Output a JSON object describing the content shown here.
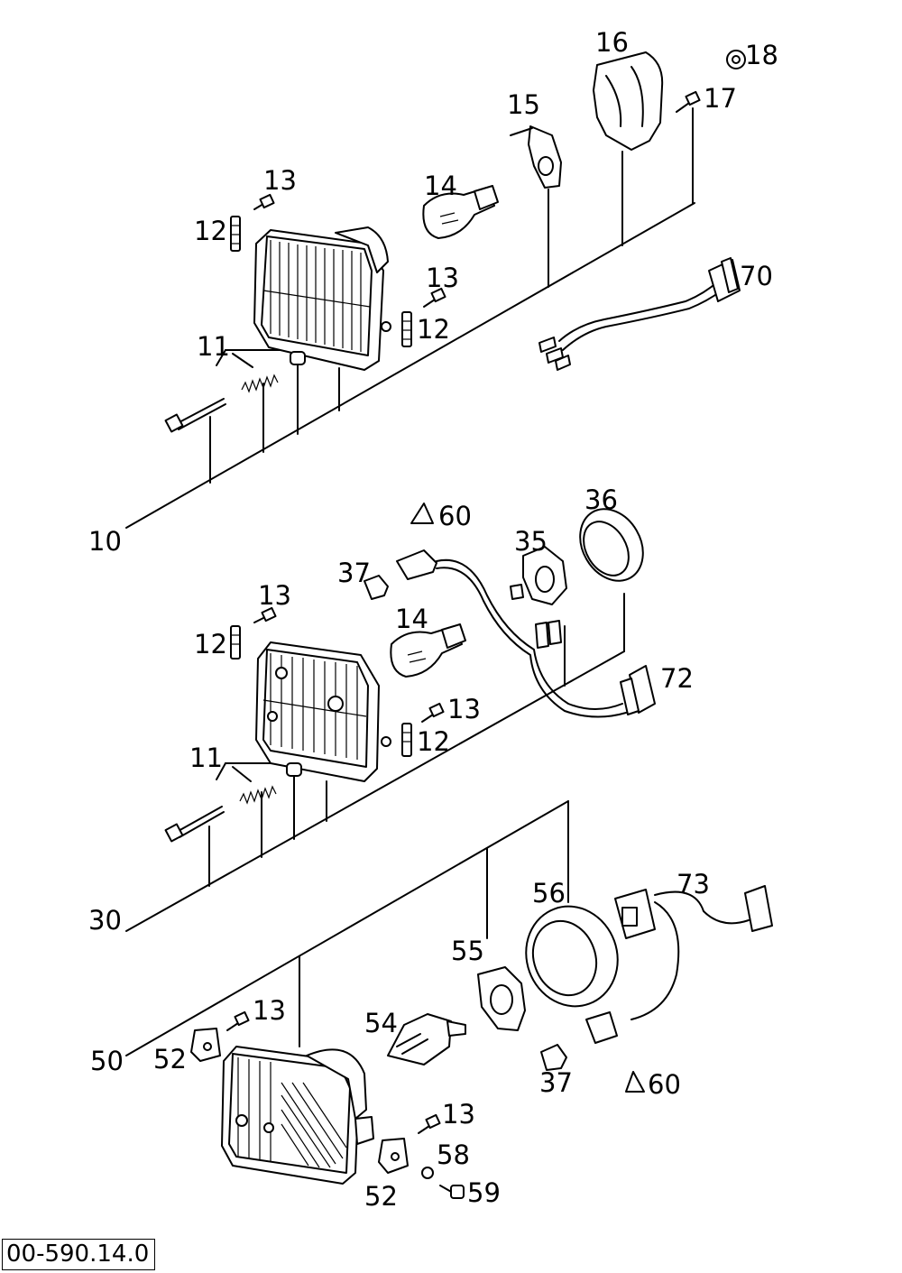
{
  "reference": "00-590.14.0",
  "callouts": {
    "c10": "10",
    "c11a": "11",
    "c12a": "12",
    "c12b": "12",
    "c13a": "13",
    "c13b": "13",
    "c14a": "14",
    "c15": "15",
    "c16": "16",
    "c17": "17",
    "c18": "18",
    "c70": "70",
    "c30": "30",
    "c11b": "11",
    "c12c": "12",
    "c12d": "12",
    "c13c": "13",
    "c13d": "13",
    "c14b": "14",
    "c35": "35",
    "c36": "36",
    "c37a": "37",
    "c60a": "60",
    "c72": "72",
    "c50": "50",
    "c52a": "52",
    "c52b": "52",
    "c13e": "13",
    "c13f": "13",
    "c54": "54",
    "c55": "55",
    "c56": "56",
    "c37b": "37",
    "c60b": "60",
    "c58": "58",
    "c59": "59",
    "c73": "73"
  }
}
